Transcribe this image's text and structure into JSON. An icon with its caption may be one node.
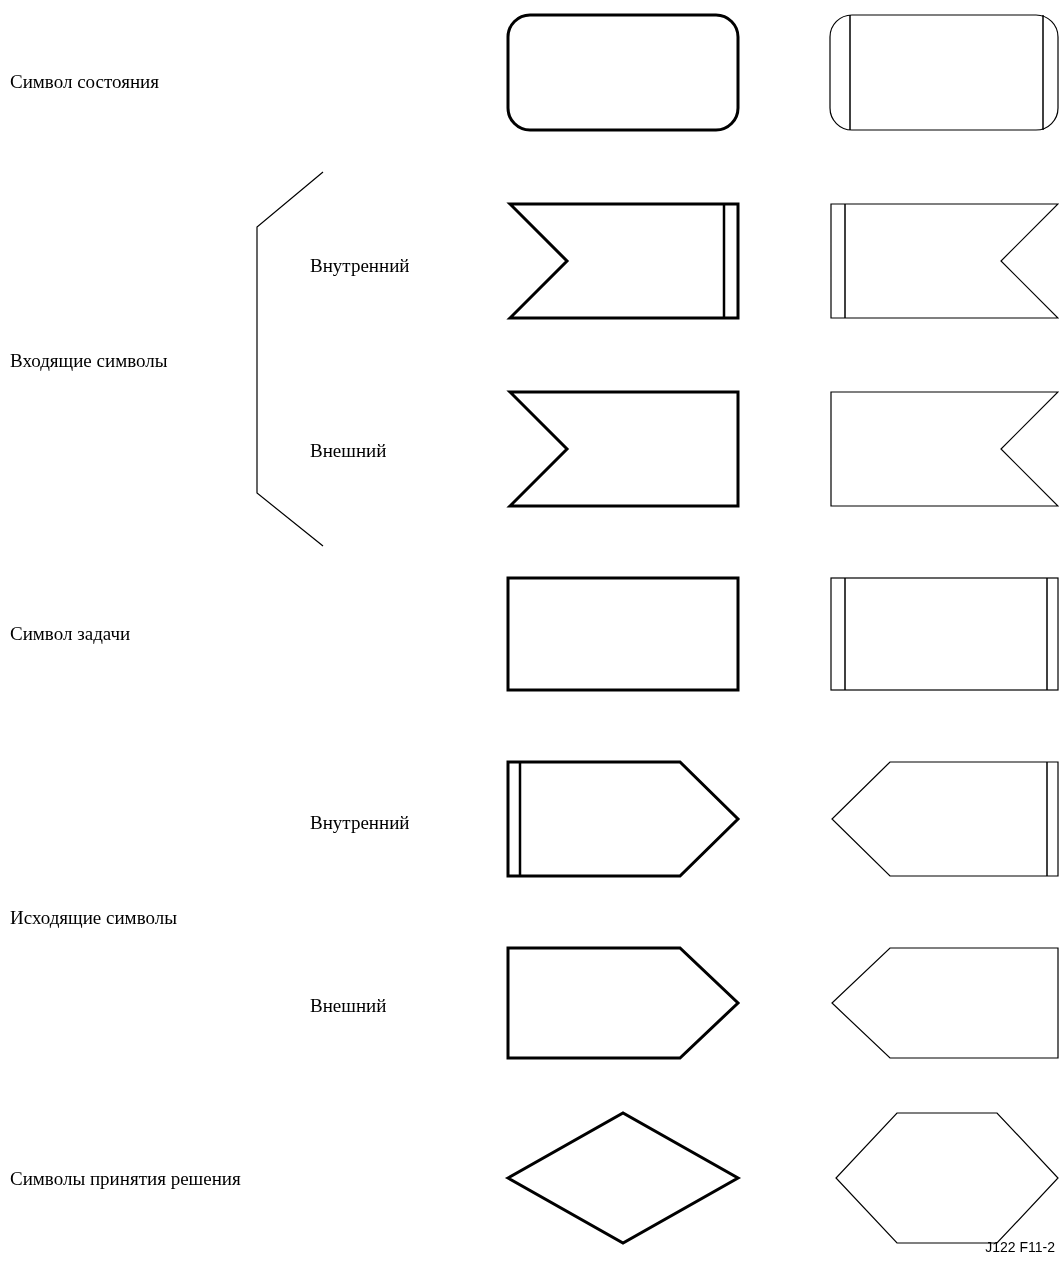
{
  "diagram": {
    "nodes": [
      {
        "text": [],
        "shape": "box"
      },
      {
        "text": [],
        "shape": "box"
      },
      {
        "text": [],
        "shape": "flag"
      },
      {
        "text": [],
        "shape": "flag"
      },
      {
        "text": [],
        "shape": "flag"
      },
      {
        "text": [],
        "shape": "flag"
      },
      {
        "text": [],
        "shape": "box"
      },
      {
        "text": [],
        "shape": "box"
      },
      {
        "text": [],
        "shape": "pentagon"
      },
      {
        "text": [],
        "shape": "pentagon"
      },
      {
        "text": [],
        "shape": "pentagon"
      },
      {
        "text": [],
        "shape": "pentagon"
      },
      {
        "text": [],
        "shape": "diamond"
      },
      {
        "text": [],
        "shape": "hexagon"
      }
    ],
    "edges": [],
    "labels": [
      "Символ состояния",
      "Внутренний",
      "Входящие символы",
      "Внешний",
      "Символ задачи",
      "Внутренний",
      "Исходящие символы",
      "Внешний",
      "Символы принятия решения",
      "J122 F11-2"
    ]
  }
}
